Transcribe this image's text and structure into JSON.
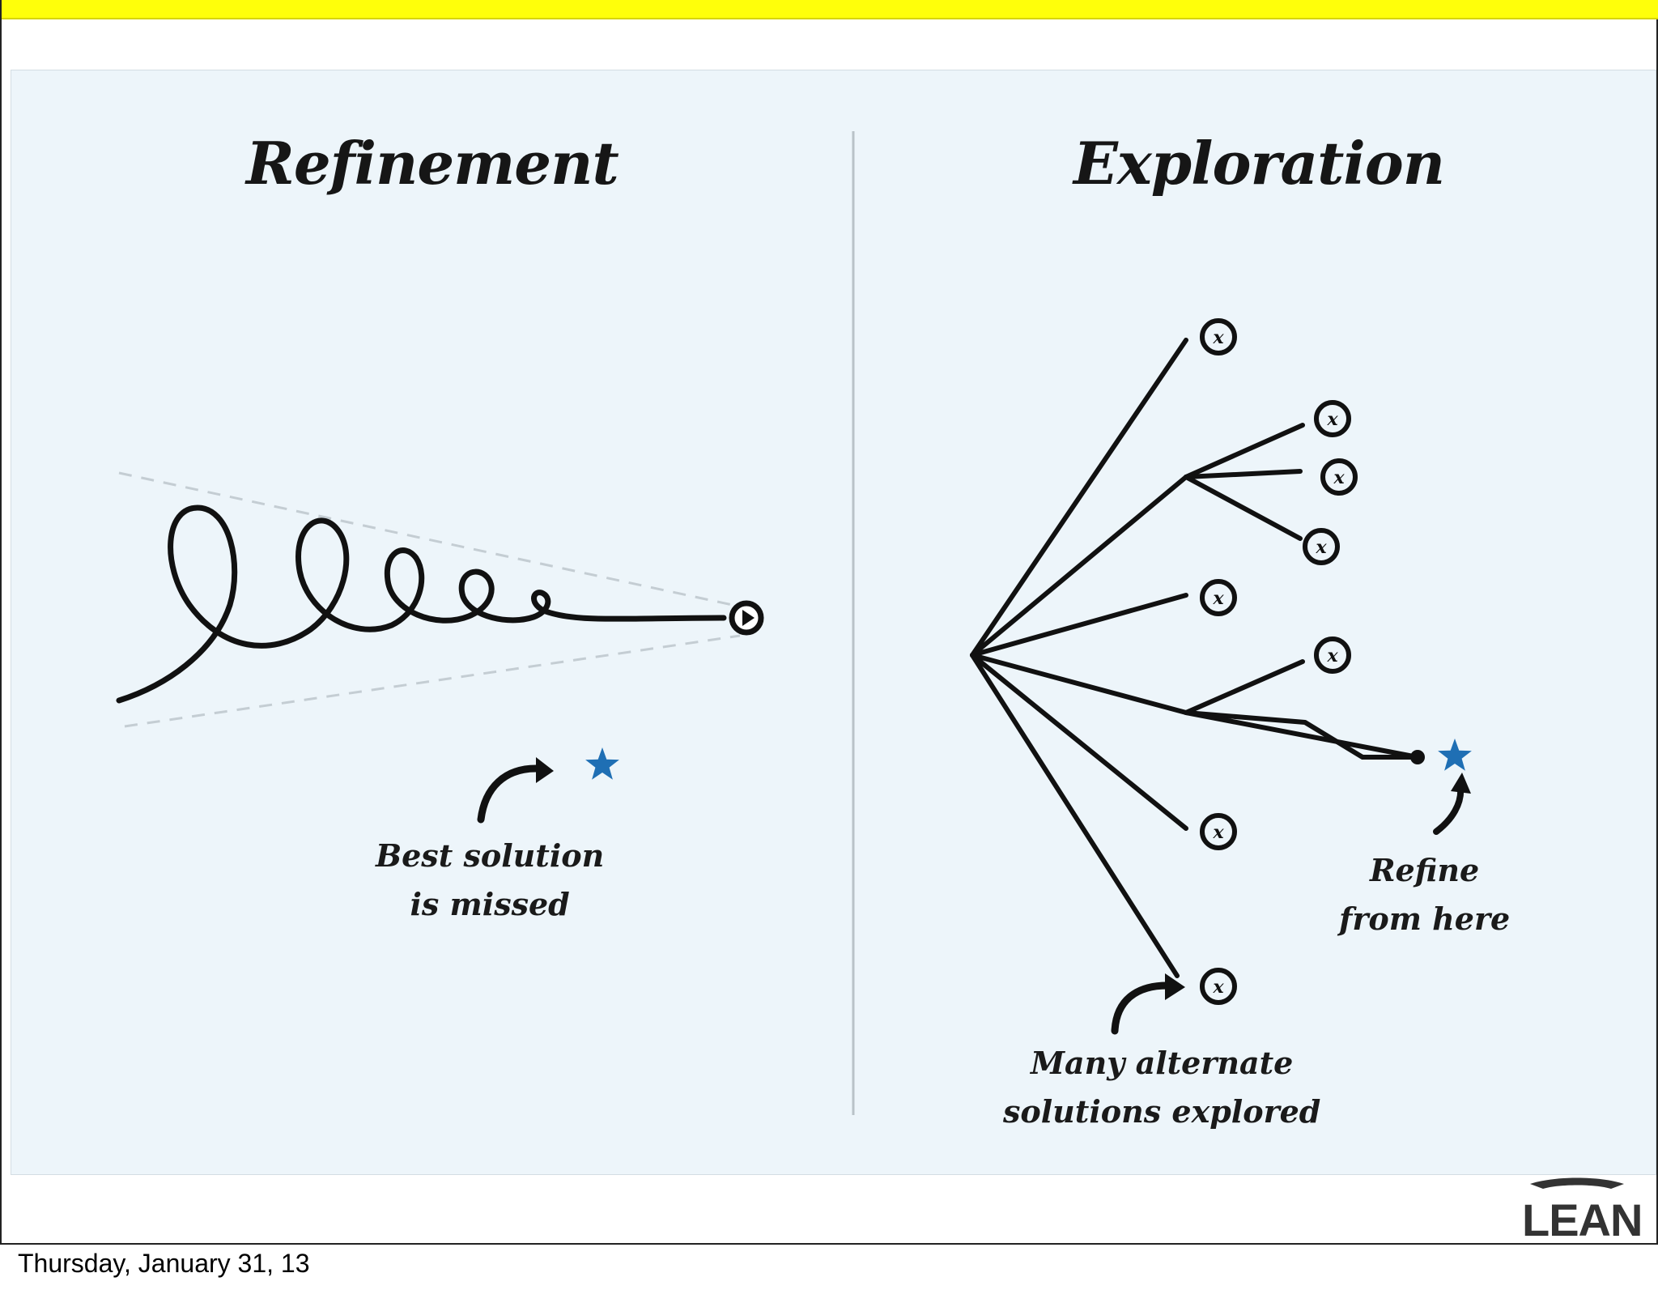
{
  "slide": {
    "accent_bar_color": "#ffff0a",
    "left_title": "Refinement",
    "right_title": "Exploration",
    "best_solution_note": [
      "Best solution",
      "is missed"
    ],
    "refine_note": [
      "Refine",
      "from here"
    ],
    "alternates_note": [
      "Many alternate",
      "solutions explored"
    ],
    "alternate_marker": "x",
    "star_color": "#1f6fb4",
    "logo_text": "LEAN"
  },
  "footer": {
    "date": "Thursday, January 31, 13"
  },
  "icons": {
    "start_point": "play-in-circle-icon",
    "best_solution": "star-icon",
    "alternate_solution": "x-in-circle-icon",
    "pointer": "curved-arrow-icon"
  }
}
